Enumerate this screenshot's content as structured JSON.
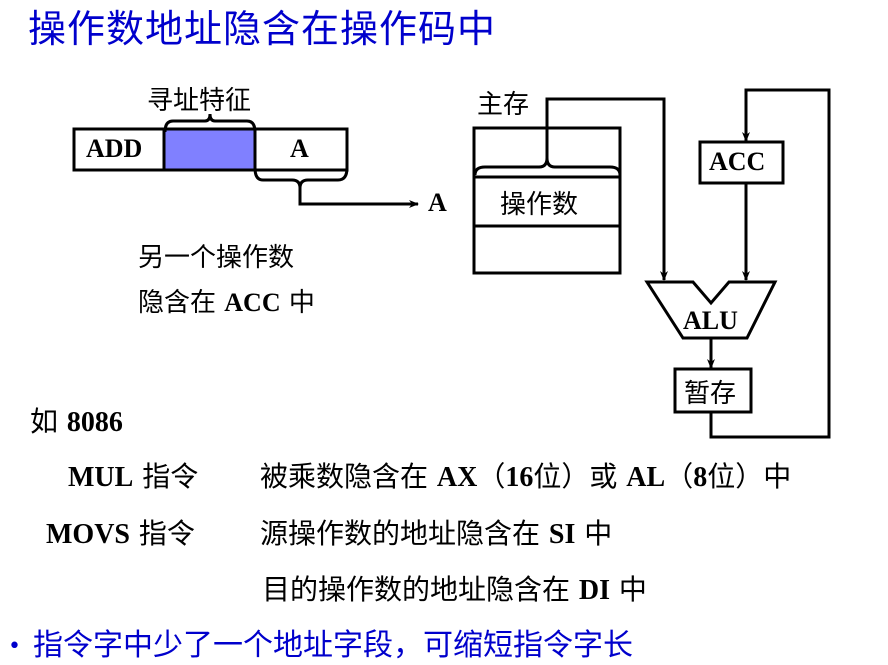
{
  "title": "操作数地址隐含在操作码中",
  "instruction_format": {
    "label_feature": "寻址特征",
    "fields": [
      "ADD",
      "",
      "A"
    ],
    "address_output": "A",
    "feature_field_color": "#8080ff"
  },
  "implicit_note": {
    "line1": "另一个操作数",
    "line2_cn1": "隐含在",
    "line2_reg": "ACC",
    "line2_cn2": "中"
  },
  "datapath": {
    "memory_label": "主存",
    "memory_cell": "操作数",
    "acc_label": "ACC",
    "alu_label": "ALU",
    "temp_label": "暂存"
  },
  "examples": {
    "heading_cn": "如",
    "heading_cpu": "8086",
    "mul": {
      "instr": "MUL",
      "instr_suffix": "指令",
      "desc": [
        {
          "t": "被乘数隐含在 ",
          "lat": false
        },
        {
          "t": "AX",
          "lat": true
        },
        {
          "t": "（",
          "lat": false
        },
        {
          "t": "16",
          "lat": true
        },
        {
          "t": "位）或 ",
          "lat": false
        },
        {
          "t": "AL",
          "lat": true
        },
        {
          "t": "（",
          "lat": false
        },
        {
          "t": "8",
          "lat": true
        },
        {
          "t": "位）中",
          "lat": false
        }
      ]
    },
    "movs": {
      "instr": "MOVS",
      "instr_suffix": "指令",
      "desc1_cn": "源操作数的地址隐含在 ",
      "desc1_reg": "SI",
      "desc1_end": " 中",
      "desc2_cn": "目的操作数的地址隐含在 ",
      "desc2_reg": "DI",
      "desc2_end": " 中"
    }
  },
  "bullet": {
    "marker": "•",
    "text": "指令字中少了一个地址字段，可缩短指令字长"
  }
}
